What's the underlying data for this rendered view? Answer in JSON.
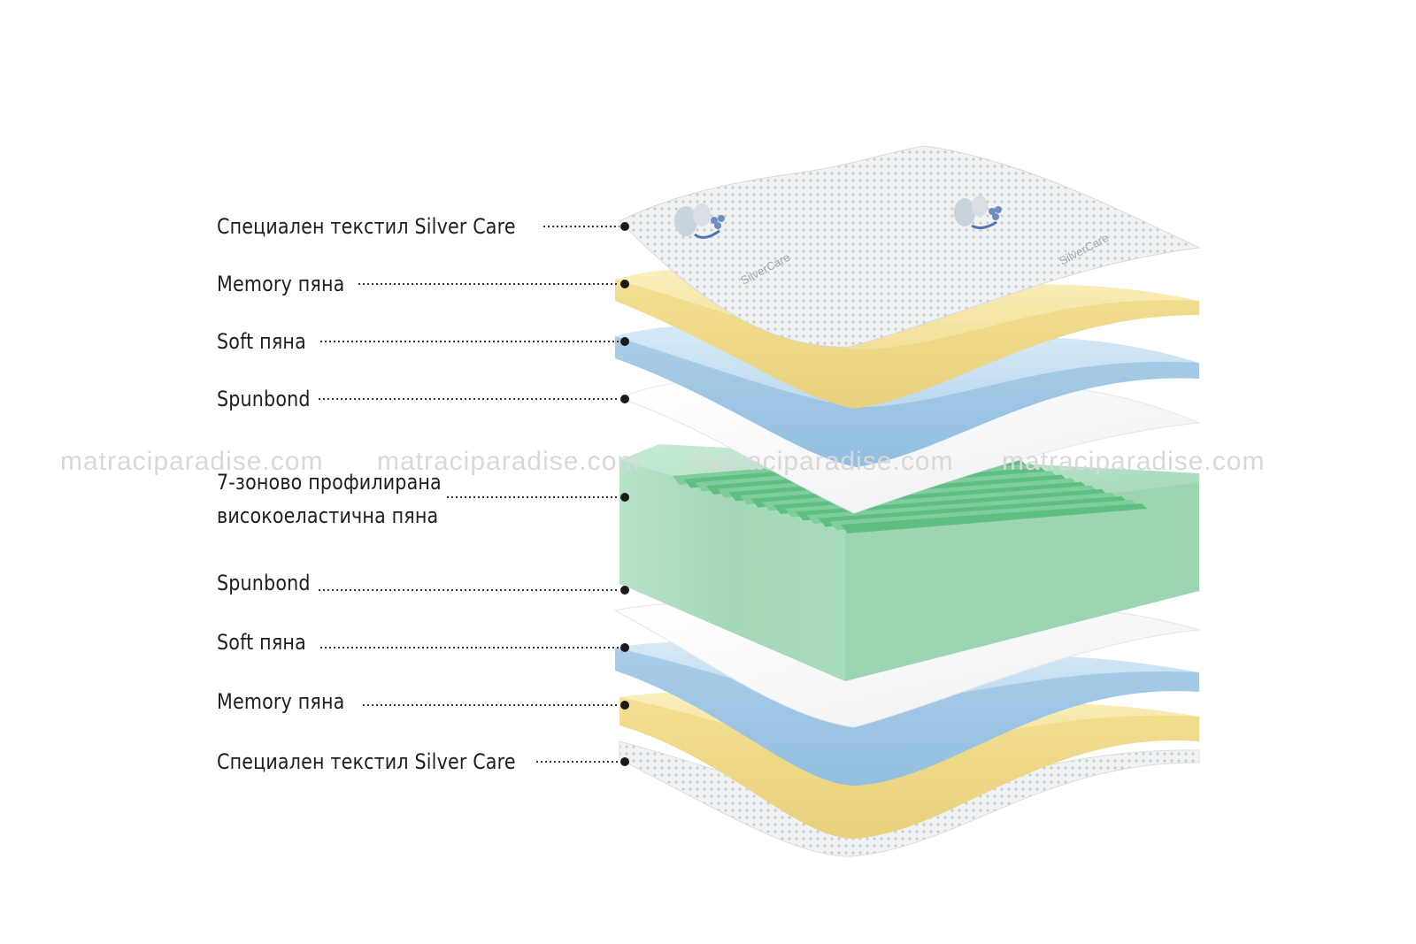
{
  "layers": [
    {
      "label": "Специален текстил Silver Care"
    },
    {
      "label": "Memory пяна"
    },
    {
      "label": "Soft пяна"
    },
    {
      "label": "Spunbond"
    },
    {
      "label_line1": "7-зоново профилирана",
      "label_line2": "високоеластична пяна"
    },
    {
      "label": "Spunbond"
    },
    {
      "label": "Soft пяна"
    },
    {
      "label": "Memory пяна"
    },
    {
      "label": "Специален текстил Silver Care"
    }
  ],
  "fabric_brand": "SilverCare",
  "watermark": "matraciparadise.com",
  "colors": {
    "memory": "#f6e7a8",
    "soft": "#b9d8ee",
    "spunbond": "#f8f9fb",
    "hr_foam": "#a9dcc0",
    "textile": "#eef0f1",
    "leader": "#222222"
  }
}
